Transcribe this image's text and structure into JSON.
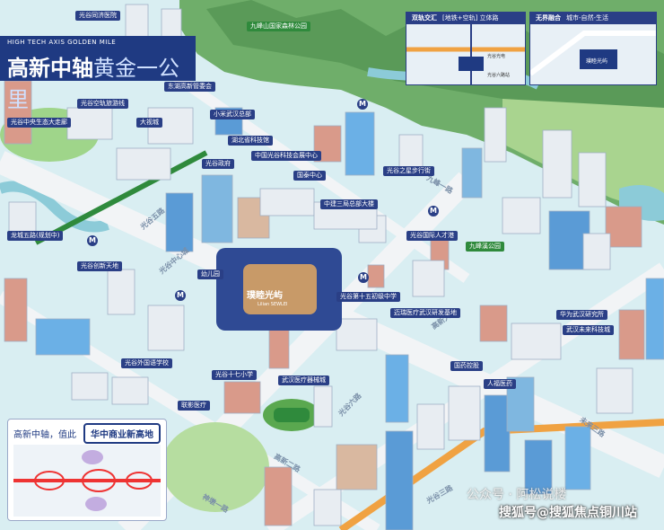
{
  "title": {
    "en": "HIGH TECH AXIS GOLDEN MILE",
    "cn_bold": "高新中轴",
    "cn_light": "黄金一公里"
  },
  "inset_transport": {
    "label": "双轨交汇",
    "sub": "[地铁+空轨] 立体路",
    "station_a": "光谷光电",
    "station_b": "光谷六路站"
  },
  "inset_nature": {
    "label": "无界融合",
    "sub": "城市-自然-生活",
    "station": "璞睦光屿"
  },
  "center_project": {
    "name": "璞睦光屿",
    "sub": "Lilian SEWLEI"
  },
  "bottom_box": {
    "lead": "高新中轴，值此",
    "highlight": "华中商业新高地"
  },
  "labels": [
    {
      "id": "hospital",
      "text": "光谷同济医院"
    },
    {
      "id": "lake-park",
      "text": "光谷中央生态大走廊"
    },
    {
      "id": "sky-rail",
      "text": "光谷空轨旅游线"
    },
    {
      "id": "exhibition",
      "text": "东湖高新管委会"
    },
    {
      "id": "big-vision",
      "text": "大视城"
    },
    {
      "id": "xiaomi",
      "text": "小米武汉总部"
    },
    {
      "id": "hubei-tech",
      "text": "湖北省科技馆"
    },
    {
      "id": "guanggu-gov",
      "text": "光谷政府"
    },
    {
      "id": "sci-park",
      "text": "中国光谷科技会展中心"
    },
    {
      "id": "guoyou-center",
      "text": "国泰中心"
    },
    {
      "id": "jiufeng-park",
      "text": "九峰山国家森林公园"
    },
    {
      "id": "walk-street",
      "text": "光谷之星步行街"
    },
    {
      "id": "longshan",
      "text": "龙城五路(规划中)"
    },
    {
      "id": "guanggu-5",
      "text": "光谷创新天地"
    },
    {
      "id": "zhongjian",
      "text": "中建三局总部大楼"
    },
    {
      "id": "talent",
      "text": "光谷国际人才港"
    },
    {
      "id": "jiufeng-xi",
      "text": "九峰溪公园"
    },
    {
      "id": "kinder",
      "text": "幼儿园"
    },
    {
      "id": "school15",
      "text": "光谷第十五初级中学"
    },
    {
      "id": "medical",
      "text": "迈瑞医疗武汉研发基地"
    },
    {
      "id": "huawei",
      "text": "华为武汉研究所"
    },
    {
      "id": "weilai",
      "text": "武汉未来科技城"
    },
    {
      "id": "foreign-school",
      "text": "光谷外国语学校"
    },
    {
      "id": "school17",
      "text": "光谷十七小学"
    },
    {
      "id": "union-med",
      "text": "武汉医疗器械城"
    },
    {
      "id": "guoyao",
      "text": "国药控股"
    },
    {
      "id": "wholesale",
      "text": "人福医药"
    },
    {
      "id": "lianying",
      "text": "联影医疗"
    }
  ],
  "roads": {
    "guanggu-5": "光谷五路",
    "center-city": "光谷中心城",
    "gaoxin-road": "高新大道",
    "guanggu-6": "光谷六路",
    "gaoxin-2": "高新二路",
    "shenzhou": "神墩一路",
    "jiufeng-1": "九峰一路",
    "futuristic": "未来三路",
    "sanlu": "光谷三路"
  },
  "metro_symbol": "M",
  "watermark": {
    "main": "搜狐号@搜狐焦点铜川站",
    "faint": "公众号 · 阿松说楼"
  },
  "colors": {
    "navy": "#1f3a82",
    "green": "#2f8a3c",
    "mountain": "#6fae6a",
    "road": "#f2f4f6",
    "river": "#8ccbd8",
    "orange_rail": "#f0a242"
  }
}
